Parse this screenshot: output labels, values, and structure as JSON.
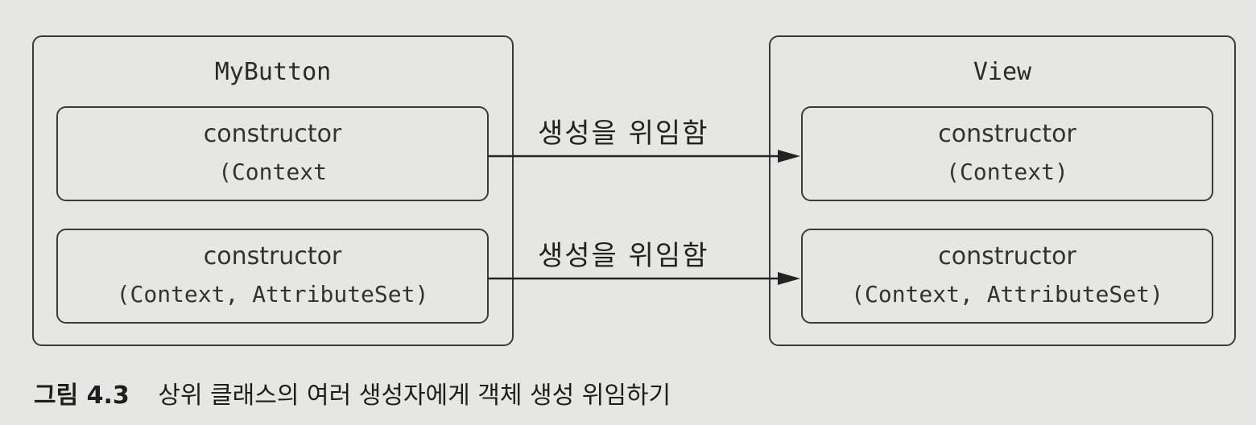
{
  "diagram": {
    "left_class": {
      "title": "MyButton",
      "constructors": [
        {
          "name": "constructor",
          "params": "(Context"
        },
        {
          "name": "constructor",
          "params": "(Context, AttributeSet)"
        }
      ]
    },
    "right_class": {
      "title": "View",
      "constructors": [
        {
          "name": "constructor",
          "params": "(Context)"
        },
        {
          "name": "constructor",
          "params": "(Context, AttributeSet)"
        }
      ]
    },
    "arrows": [
      {
        "label": "생성을 위임함"
      },
      {
        "label": "생성을 위임함"
      }
    ]
  },
  "caption": {
    "number": "그림 4.3",
    "text": "상위 클래스의 여러 생성자에게 객체 생성 위임하기"
  }
}
